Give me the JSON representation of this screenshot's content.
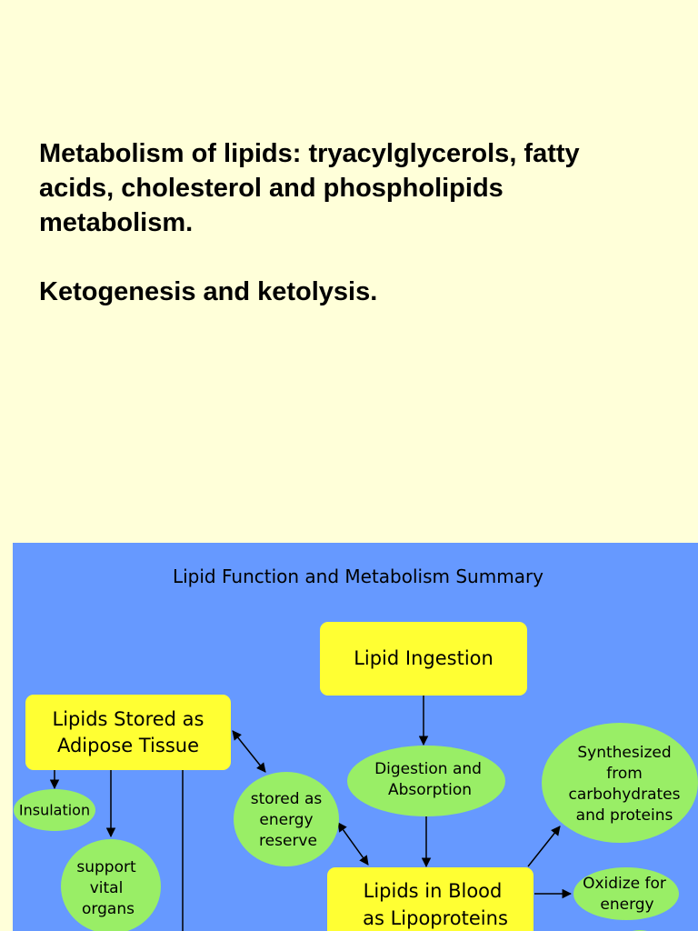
{
  "slide": {
    "heading_line1": "Metabolism of lipids: tryacylglycerols, fatty",
    "heading_line2": "acids, cholesterol and phospholipids",
    "heading_line3": "metabolism.",
    "subheading": "Ketogenesis and ketolysis."
  },
  "figure": {
    "title": "Lipid  Function and  Metabolism Summary",
    "colors": {
      "background": "#6699ff",
      "box": "#ffff33",
      "ellipse": "#99ee66",
      "arrow": "#000000"
    },
    "nodes": {
      "lipid_ingestion": "Lipid Ingestion",
      "stored_line1": "Lipids Stored as",
      "stored_line2": "Adipose Tissue",
      "digestion_line1": "Digestion and",
      "digestion_line2": "Absorption",
      "synth_line1": "Synthesized",
      "synth_line2": "from",
      "synth_line3": "carbohydrates",
      "synth_line4": "and proteins",
      "insulation": "Insulation",
      "reserve_line1": "stored as",
      "reserve_line2": "energy",
      "reserve_line3": "reserve",
      "support_line1": "support",
      "support_line2": "vital",
      "support_line3": "organs",
      "blood_line1": "Lipids in Blood",
      "blood_line2": "as Lipoproteins",
      "oxidize_line1": "Oxidize for",
      "oxidize_line2": "energy"
    }
  }
}
